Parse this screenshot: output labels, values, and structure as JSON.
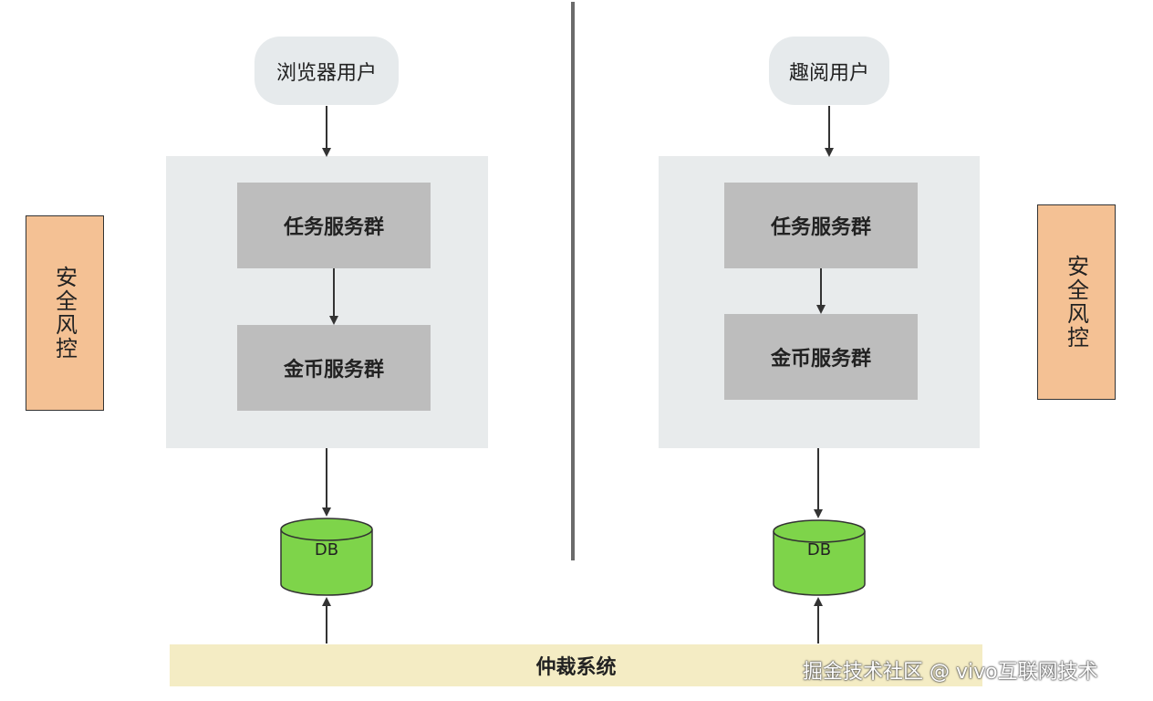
{
  "left": {
    "user": "浏览器用户",
    "task_service": "任务服务群",
    "coin_service": "金币服务群",
    "db": "DB",
    "risk": "安全风控"
  },
  "right": {
    "user": "趣阅用户",
    "task_service": "任务服务群",
    "coin_service": "金币服务群",
    "db": "DB",
    "risk": "安全风控"
  },
  "arbitration": "仲裁系统",
  "watermark": "掘金技术社区 @ vivo互联网技术",
  "colors": {
    "db_fill": "#7ed44a",
    "risk_fill": "#f4c194",
    "arbitration_fill": "#f4ecc4",
    "service_fill": "#bdbdbd",
    "panel_fill": "#e8ebec"
  }
}
